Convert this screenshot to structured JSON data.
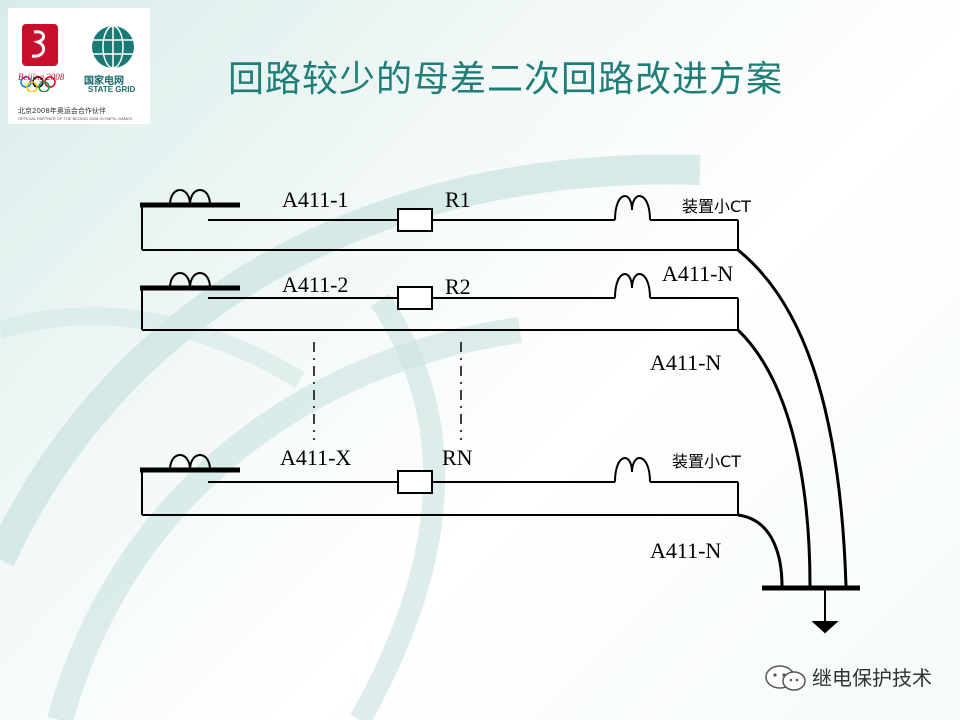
{
  "title": "回路较少的母差二次回路改进方案",
  "logo": {
    "beijing": "Beijing 2008",
    "brand_cn": "国家电网",
    "brand_en": "STATE GRID",
    "partner_cn": "北京2008年奥运会合作伙伴",
    "partner_en": "OFFICIAL PARTNER OF THE BEIJING 2008 OLYMPIC GAMES"
  },
  "circuits": [
    {
      "label": "A411-1",
      "resistor": "R1",
      "ct_label": "装置小CT"
    },
    {
      "label": "A411-2",
      "resistor": "R2",
      "ct_label": ""
    },
    {
      "label": "A411-X",
      "resistor": "RN",
      "ct_label": "装置小CT"
    }
  ],
  "neutral_labels": [
    "A411-N",
    "A411-N",
    "A411-N"
  ],
  "watermark": "继电保护技术"
}
